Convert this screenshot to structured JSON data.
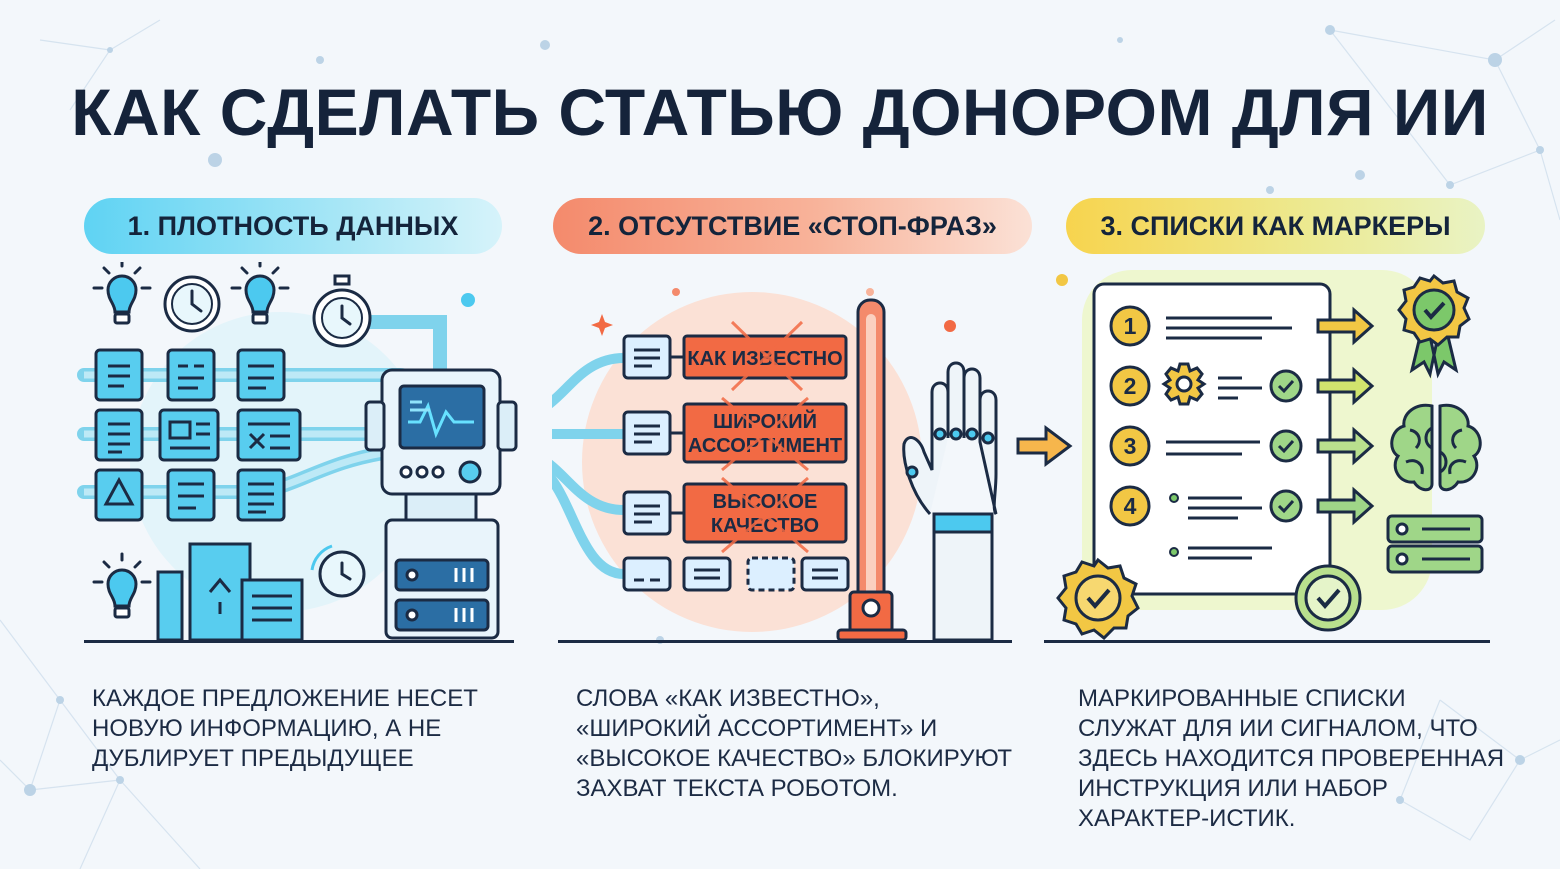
{
  "title": "КАК СДЕЛАТЬ СТАТЬЮ ДОНОРОМ ДЛЯ ИИ",
  "colors": {
    "background": "#f3f7fb",
    "title": "#15233a",
    "blue_accent": "#4cc9ef",
    "orange_accent": "#f26a44",
    "green_accent": "#7cc86a",
    "yellow_accent": "#f2c744"
  },
  "sections": [
    {
      "heading": "1. ПЛОТНОСТЬ ДАННЫХ",
      "description": "Каждое предложение несет новую информацию, а не дублирует предыдущее",
      "icons": [
        "lightbulb-icon",
        "clock-icon",
        "stopwatch-icon",
        "document-icon",
        "server-icon",
        "monitor-icon"
      ]
    },
    {
      "heading": "2. ОТСУТСТВИЕ «СТОП-ФРАЗ»",
      "description": "Слова «как известно», «широкий ассортимент» и «высокое качество» блокируют захват текста роботом.",
      "stop_phrases": [
        [
          "КАК ИЗВЕСТНО"
        ],
        [
          "ШИРОКИЙ",
          "АССОРТИМЕНТ"
        ],
        [
          "ВЫСОКОЕ",
          "КАЧЕСТВО"
        ]
      ],
      "icons": [
        "document-icon",
        "cross-icon",
        "barrier-icon",
        "robot-hand-icon",
        "arrow-right-icon"
      ]
    },
    {
      "heading": "3. СПИСКИ КАК МАРКЕРЫ",
      "description": "Маркированные списки служат для ИИ сигналом, что здесь находится проверенная инструкция или набор характер-истик.",
      "list_numbers": [
        "1",
        "2",
        "3",
        "4"
      ],
      "icons": [
        "checklist-icon",
        "check-icon",
        "gear-icon",
        "award-badge-icon",
        "brain-icon",
        "server-icon"
      ]
    }
  ]
}
